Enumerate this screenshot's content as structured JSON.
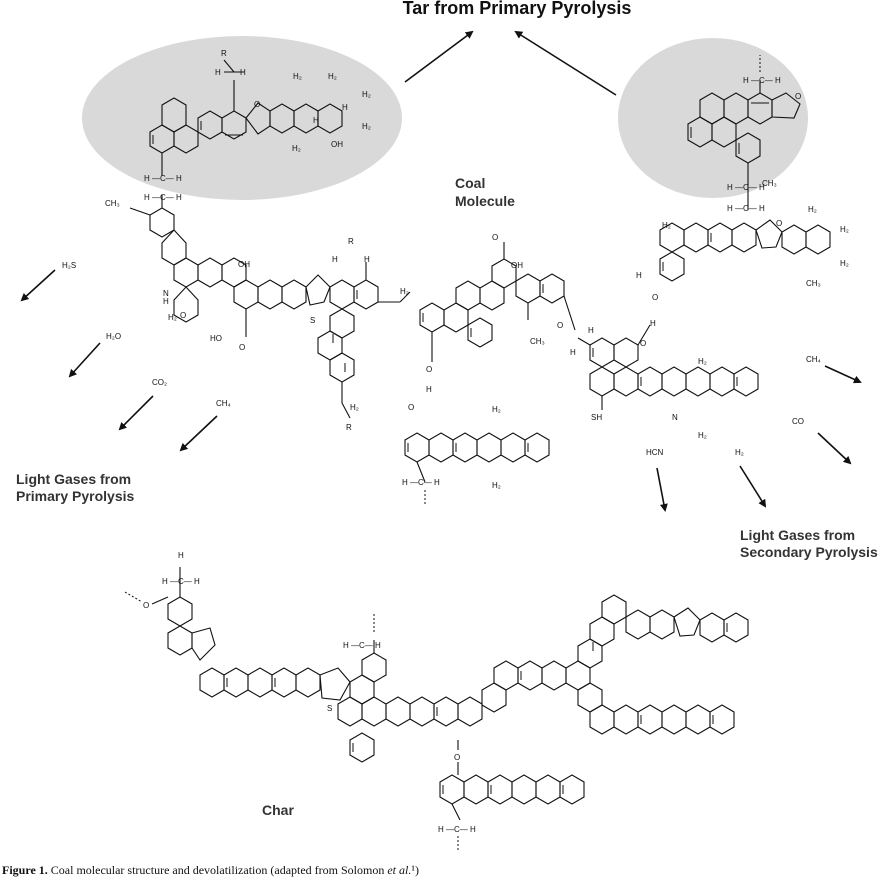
{
  "title": "Tar from Primary Pyrolysis",
  "labels": {
    "coal_line1": "Coal",
    "coal_line2": "Molecule",
    "light_primary_line1": "Light Gases from",
    "light_primary_line2": "Primary Pyrolysis",
    "light_secondary_line1": "Light Gases from",
    "light_secondary_line2": "Secondary Pyrolysis",
    "char": "Char"
  },
  "primary_gases": {
    "h2s": "H₂S",
    "h2o": "H₂O",
    "co2": "CO₂",
    "ch4": "CH₄"
  },
  "secondary_gases": {
    "ch4": "CH₄",
    "co": "CO",
    "hcn": "HCN",
    "h2": "H₂"
  },
  "atoms": {
    "R": "R",
    "H": "H",
    "C": "C",
    "O": "O",
    "S": "S",
    "N": "N",
    "NH": "N",
    "OH": "OH",
    "SH": "SH",
    "H2": "H₂",
    "CH3": "CH₃",
    "HO": "HO",
    "H_C_H": "H —C— H"
  },
  "caption": {
    "label": "Figure 1.",
    "text": " Coal molecular structure and devolatilization (adapted from Solomon ",
    "etal": "et al.",
    "ref": "¹",
    "close": ")"
  },
  "colors": {
    "ellipse_fill": "#d9d9d9",
    "ink": "#111111",
    "section_label": "#333333"
  }
}
